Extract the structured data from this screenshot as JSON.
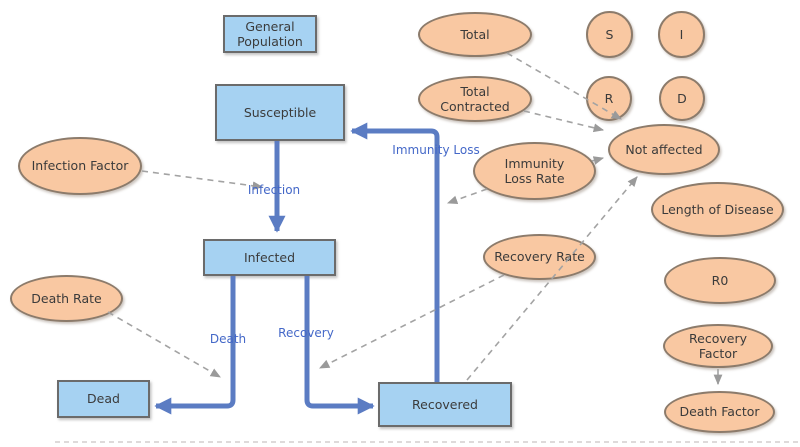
{
  "title": "SIR epidemic stock-and-flow diagram",
  "colors": {
    "canvas_bg": "#ffffff",
    "stock_fill": "#a6d2f2",
    "stock_border": "#6b6b6b",
    "variable_fill": "#f9c8a2",
    "variable_border": "#8c7b6b",
    "flow_arrow": "#5b7cc3",
    "flow_label": "#4468c8",
    "dependency_line": "#a3a3a3",
    "node_text": "#3b3b3b"
  },
  "nodes": {
    "general_population": {
      "label": "General Population",
      "type": "stock"
    },
    "susceptible": {
      "label": "Susceptible",
      "type": "stock"
    },
    "infected": {
      "label": "Infected",
      "type": "stock"
    },
    "dead": {
      "label": "Dead",
      "type": "stock"
    },
    "recovered": {
      "label": "Recovered",
      "type": "stock"
    },
    "infection_factor": {
      "label": "Infection Factor",
      "type": "variable"
    },
    "death_rate": {
      "label": "Death Rate",
      "type": "variable"
    },
    "total": {
      "label": "Total",
      "type": "variable"
    },
    "total_contracted": {
      "label": "Total Contracted",
      "type": "variable"
    },
    "s": {
      "label": "S",
      "type": "variable"
    },
    "i": {
      "label": "I",
      "type": "variable"
    },
    "r": {
      "label": "R",
      "type": "variable"
    },
    "d": {
      "label": "D",
      "type": "variable"
    },
    "not_affected": {
      "label": "Not affected",
      "type": "variable"
    },
    "immunity_loss_rate": {
      "label": "Immunity Loss Rate",
      "type": "variable"
    },
    "length_of_disease": {
      "label": "Length of Disease",
      "type": "variable"
    },
    "recovery_rate": {
      "label": "Recovery Rate",
      "type": "variable"
    },
    "r0": {
      "label": "R0",
      "type": "variable"
    },
    "recovery_factor": {
      "label": "Recovery Factor",
      "type": "variable"
    },
    "death_factor": {
      "label": "Death Factor",
      "type": "variable"
    }
  },
  "flows": {
    "infection": {
      "label": "Infection",
      "from": "Susceptible",
      "to": "Infected"
    },
    "death": {
      "label": "Death",
      "from": "Infected",
      "to": "Dead"
    },
    "recovery": {
      "label": "Recovery",
      "from": "Infected",
      "to": "Recovered"
    },
    "immunity_loss": {
      "label": "Immunity Loss",
      "from": "Recovered",
      "to": "Susceptible"
    }
  },
  "dependencies": [
    {
      "from": "Infection Factor",
      "to": "Infection flow"
    },
    {
      "from": "Death Rate",
      "to": "Death flow"
    },
    {
      "from": "Recovery Rate",
      "to": "Recovery flow"
    },
    {
      "from": "Immunity Loss Rate",
      "to": "Immunity Loss flow"
    },
    {
      "from": "Immunity Loss Rate",
      "to": "Not affected"
    },
    {
      "from": "Total",
      "to": "Not affected"
    },
    {
      "from": "Total Contracted",
      "to": "Not affected"
    },
    {
      "from": "Recovered",
      "to": "Not affected"
    },
    {
      "from": "Recovery Factor",
      "to": "Death Factor"
    }
  ]
}
